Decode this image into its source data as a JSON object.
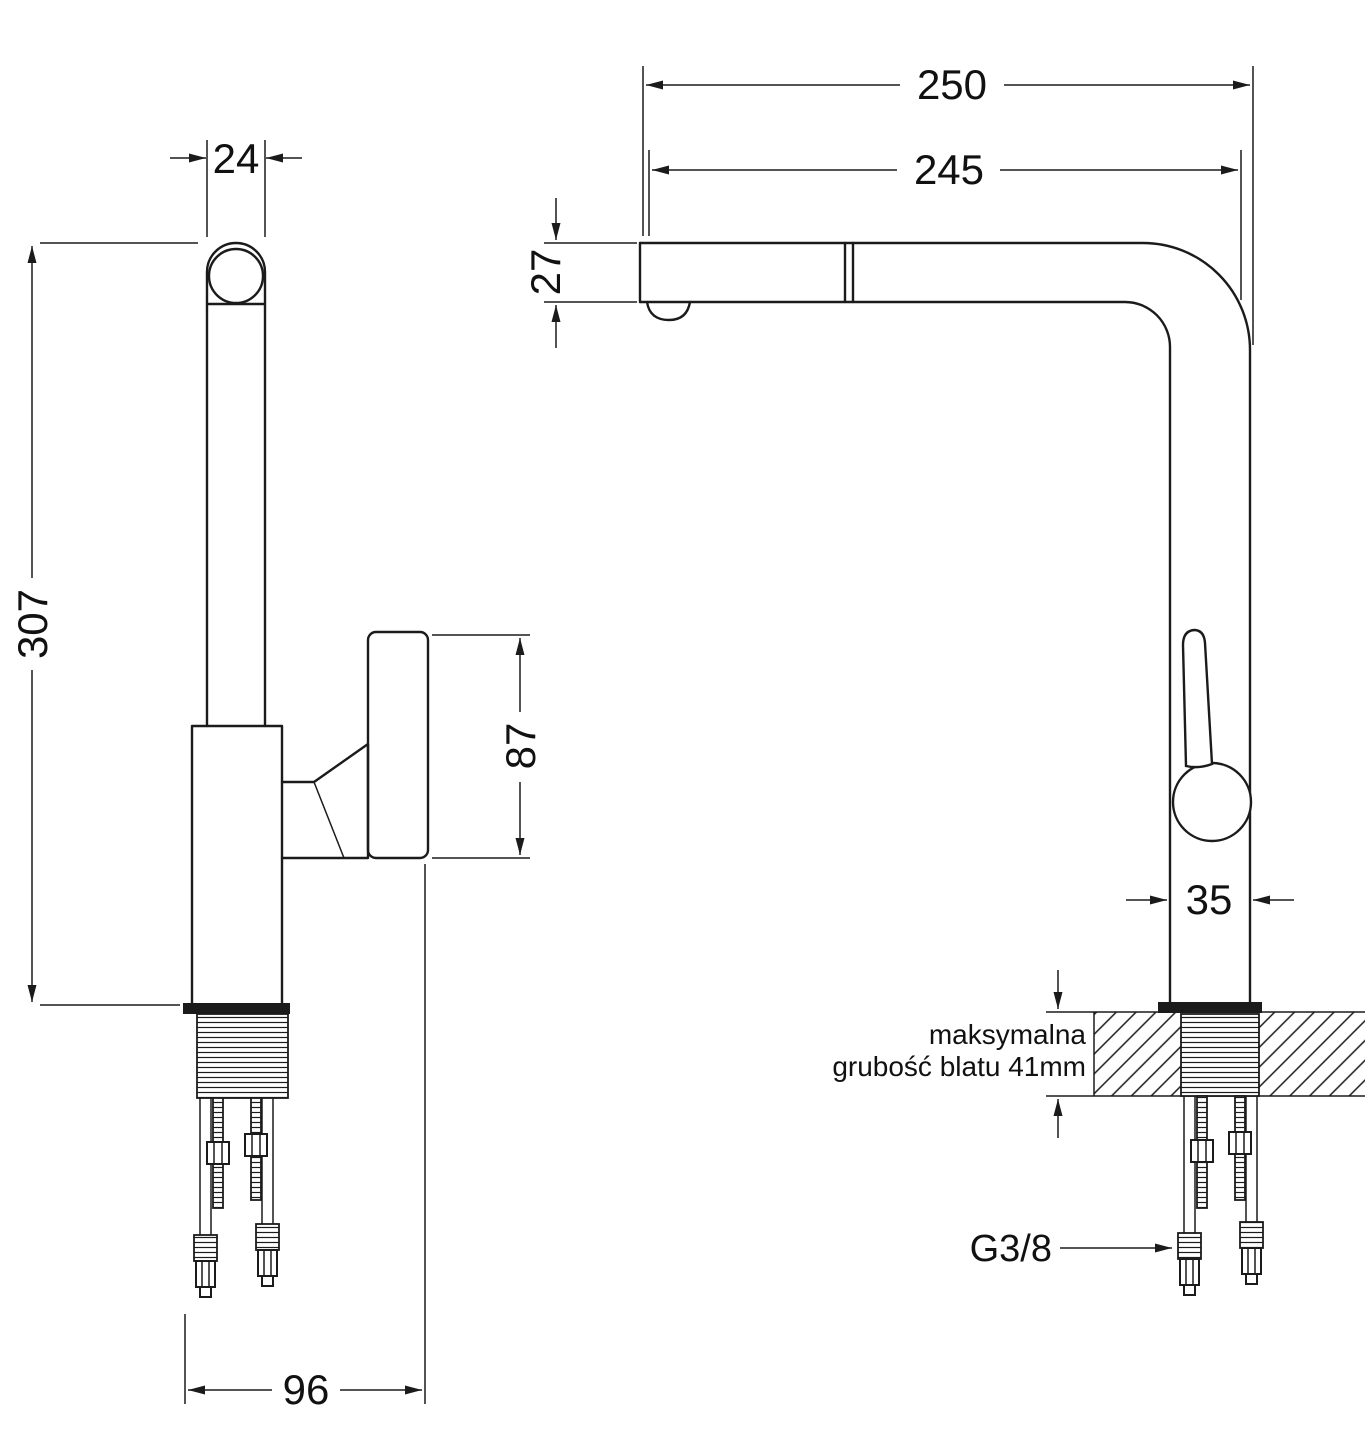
{
  "drawing": {
    "side_view": {
      "spout_pipe_width_mm": "24",
      "total_height_mm": "307",
      "handle_length_mm": "87",
      "base_depth_mm": "96"
    },
    "front_view": {
      "overall_reach_mm": "250",
      "spout_reach_mm": "245",
      "spout_end_height_mm": "27",
      "body_diameter_mm": "35"
    },
    "notes": {
      "countertop_line1": "maksymalna",
      "countertop_line2": "grubość blatu 41mm",
      "thread_size": "G3/8"
    }
  }
}
